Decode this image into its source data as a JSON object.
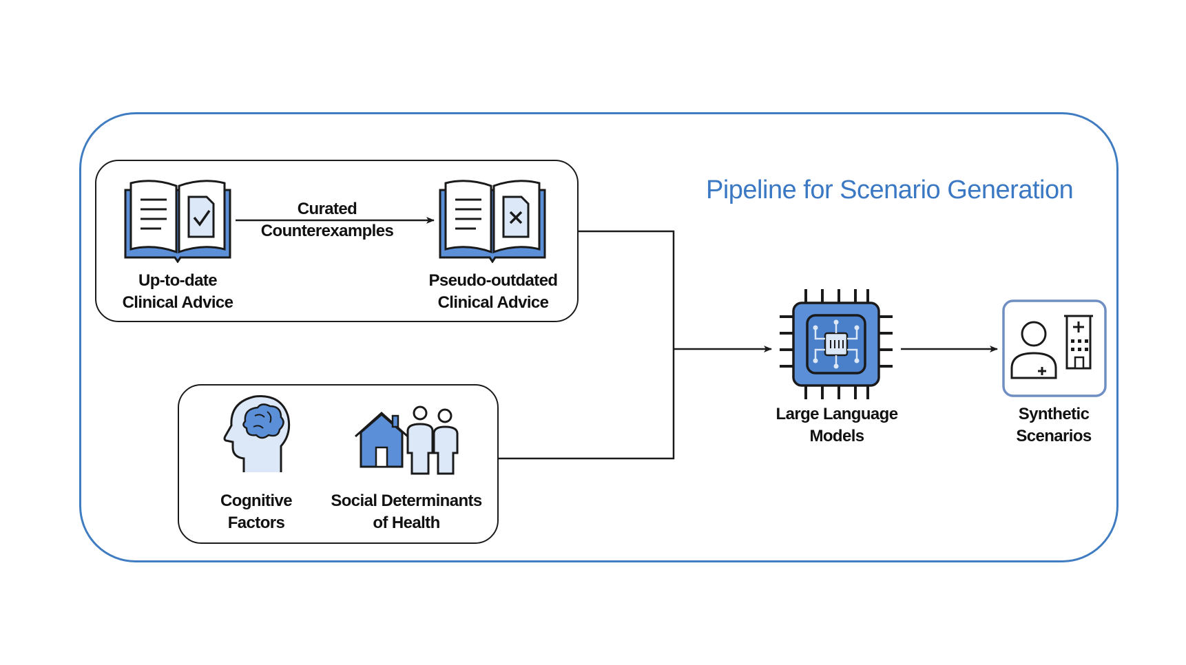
{
  "title": "Pipeline for Scenario Generation",
  "nodes": {
    "uptodate": {
      "line1": "Up-to-date",
      "line2": "Clinical Advice",
      "icon": "book-check-icon"
    },
    "pseudo": {
      "line1": "Pseudo-outdated",
      "line2": "Clinical Advice",
      "icon": "book-x-icon"
    },
    "cognitive": {
      "line1": "Cognitive",
      "line2": "Factors",
      "icon": "brain-head-icon"
    },
    "social": {
      "line1": "Social Determinants",
      "line2": "of Health",
      "icon": "house-people-icon"
    },
    "llm": {
      "line1": "Large Language",
      "line2": "Models",
      "icon": "chip-icon"
    },
    "synthetic": {
      "line1": "Synthetic",
      "line2": "Scenarios",
      "icon": "doctor-hospital-icon"
    }
  },
  "edge_curated": {
    "line1": "Curated",
    "line2": "Counterexamples"
  },
  "colors": {
    "accent": "#3f7cc1",
    "icon_fill": "#5b8fd8",
    "icon_light": "#dce8f8",
    "ink": "#1a1a1a"
  }
}
